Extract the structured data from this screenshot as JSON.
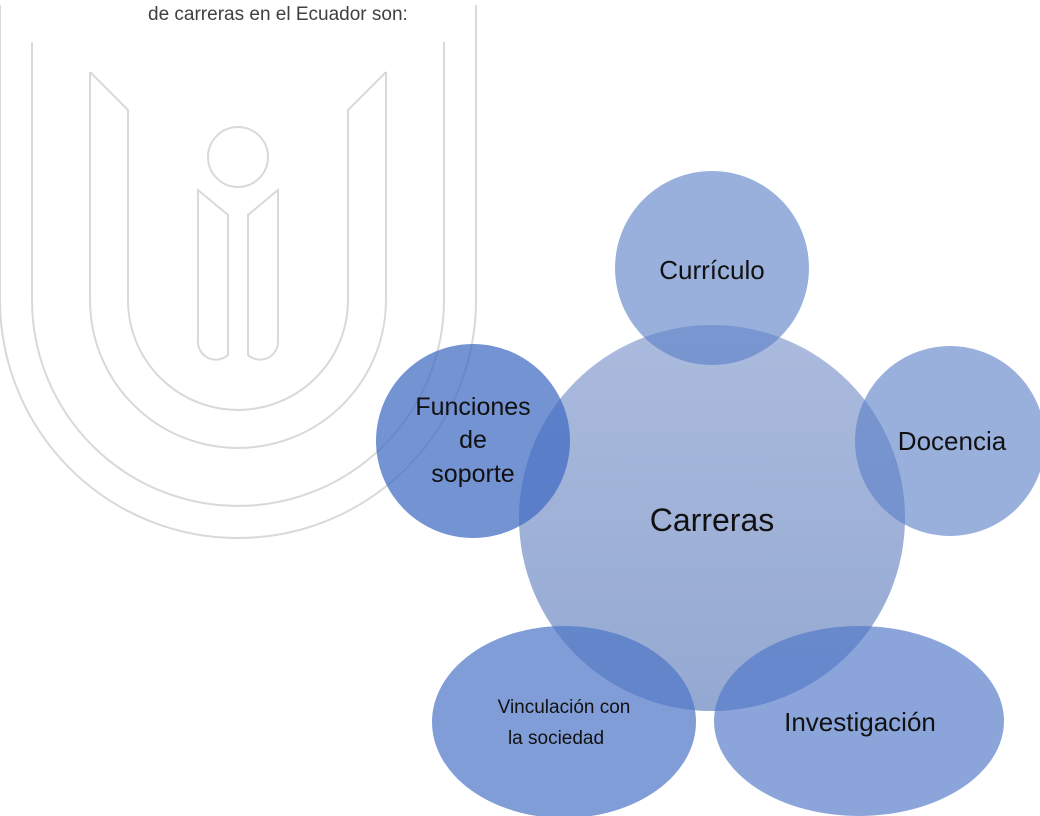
{
  "intro_text": "de carreras en el Ecuador son:",
  "diagram": {
    "center": "Carreras",
    "nodes": {
      "curriculo": "Currículo",
      "docencia": "Docencia",
      "funciones_line1": "Funciones",
      "funciones_line2": "de",
      "funciones_line3": "soporte",
      "vinculacion_line1": "Vinculación con",
      "vinculacion_line2": "la sociedad",
      "investigacion": "Investigación"
    }
  },
  "colors": {
    "center_fill": "#8ea4cf",
    "node_fill": "#5b7fc8",
    "intro_text": "#404040",
    "watermark_stroke": "#d8d8d8"
  }
}
